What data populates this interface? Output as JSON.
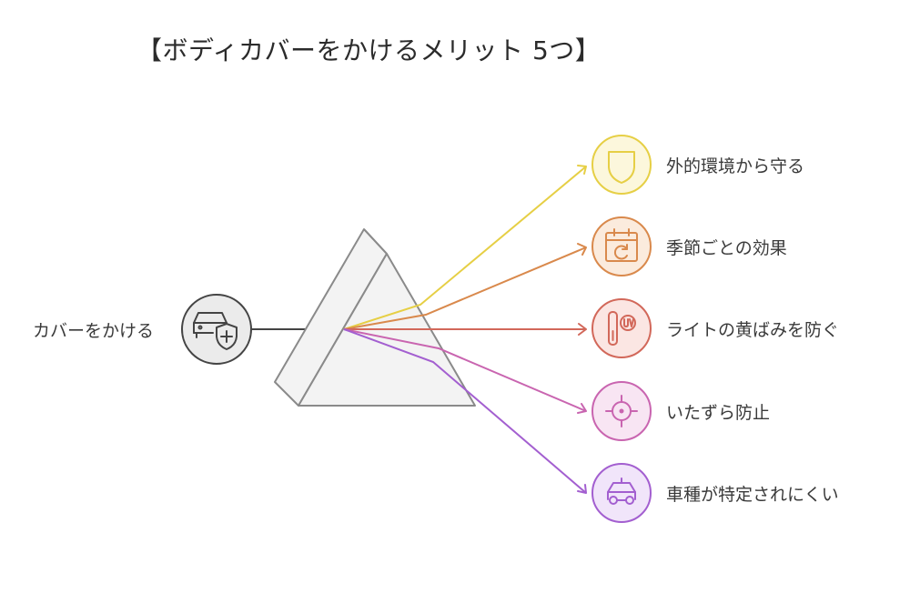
{
  "title": "【ボディカバーをかけるメリット 5つ】",
  "source": {
    "label": "カバーをかける",
    "icon": "car-shield-icon"
  },
  "benefits": [
    {
      "label": "外的環境から守る",
      "icon": "shield-icon",
      "color": "#E6CF45",
      "fill": "#FCF7DC"
    },
    {
      "label": "季節ごとの効果",
      "icon": "calendar-refresh-icon",
      "color": "#D9894C",
      "fill": "#FBEBDD"
    },
    {
      "label": "ライトの黄ばみを防ぐ",
      "icon": "uv-thermometer-icon",
      "color": "#D2685A",
      "fill": "#FBE6E3"
    },
    {
      "label": "いたずら防止",
      "icon": "crosshair-icon",
      "color": "#C965B0",
      "fill": "#F8E5F3"
    },
    {
      "label": "車種が特定されにくい",
      "icon": "car-icon",
      "color": "#A35FD0",
      "fill": "#F1E5FA"
    }
  ],
  "colors": {
    "line": "#444444",
    "prism_stroke": "#8A8A8A",
    "prism_fill": "#F3F3F3",
    "source_fill": "#EBEBEB"
  }
}
